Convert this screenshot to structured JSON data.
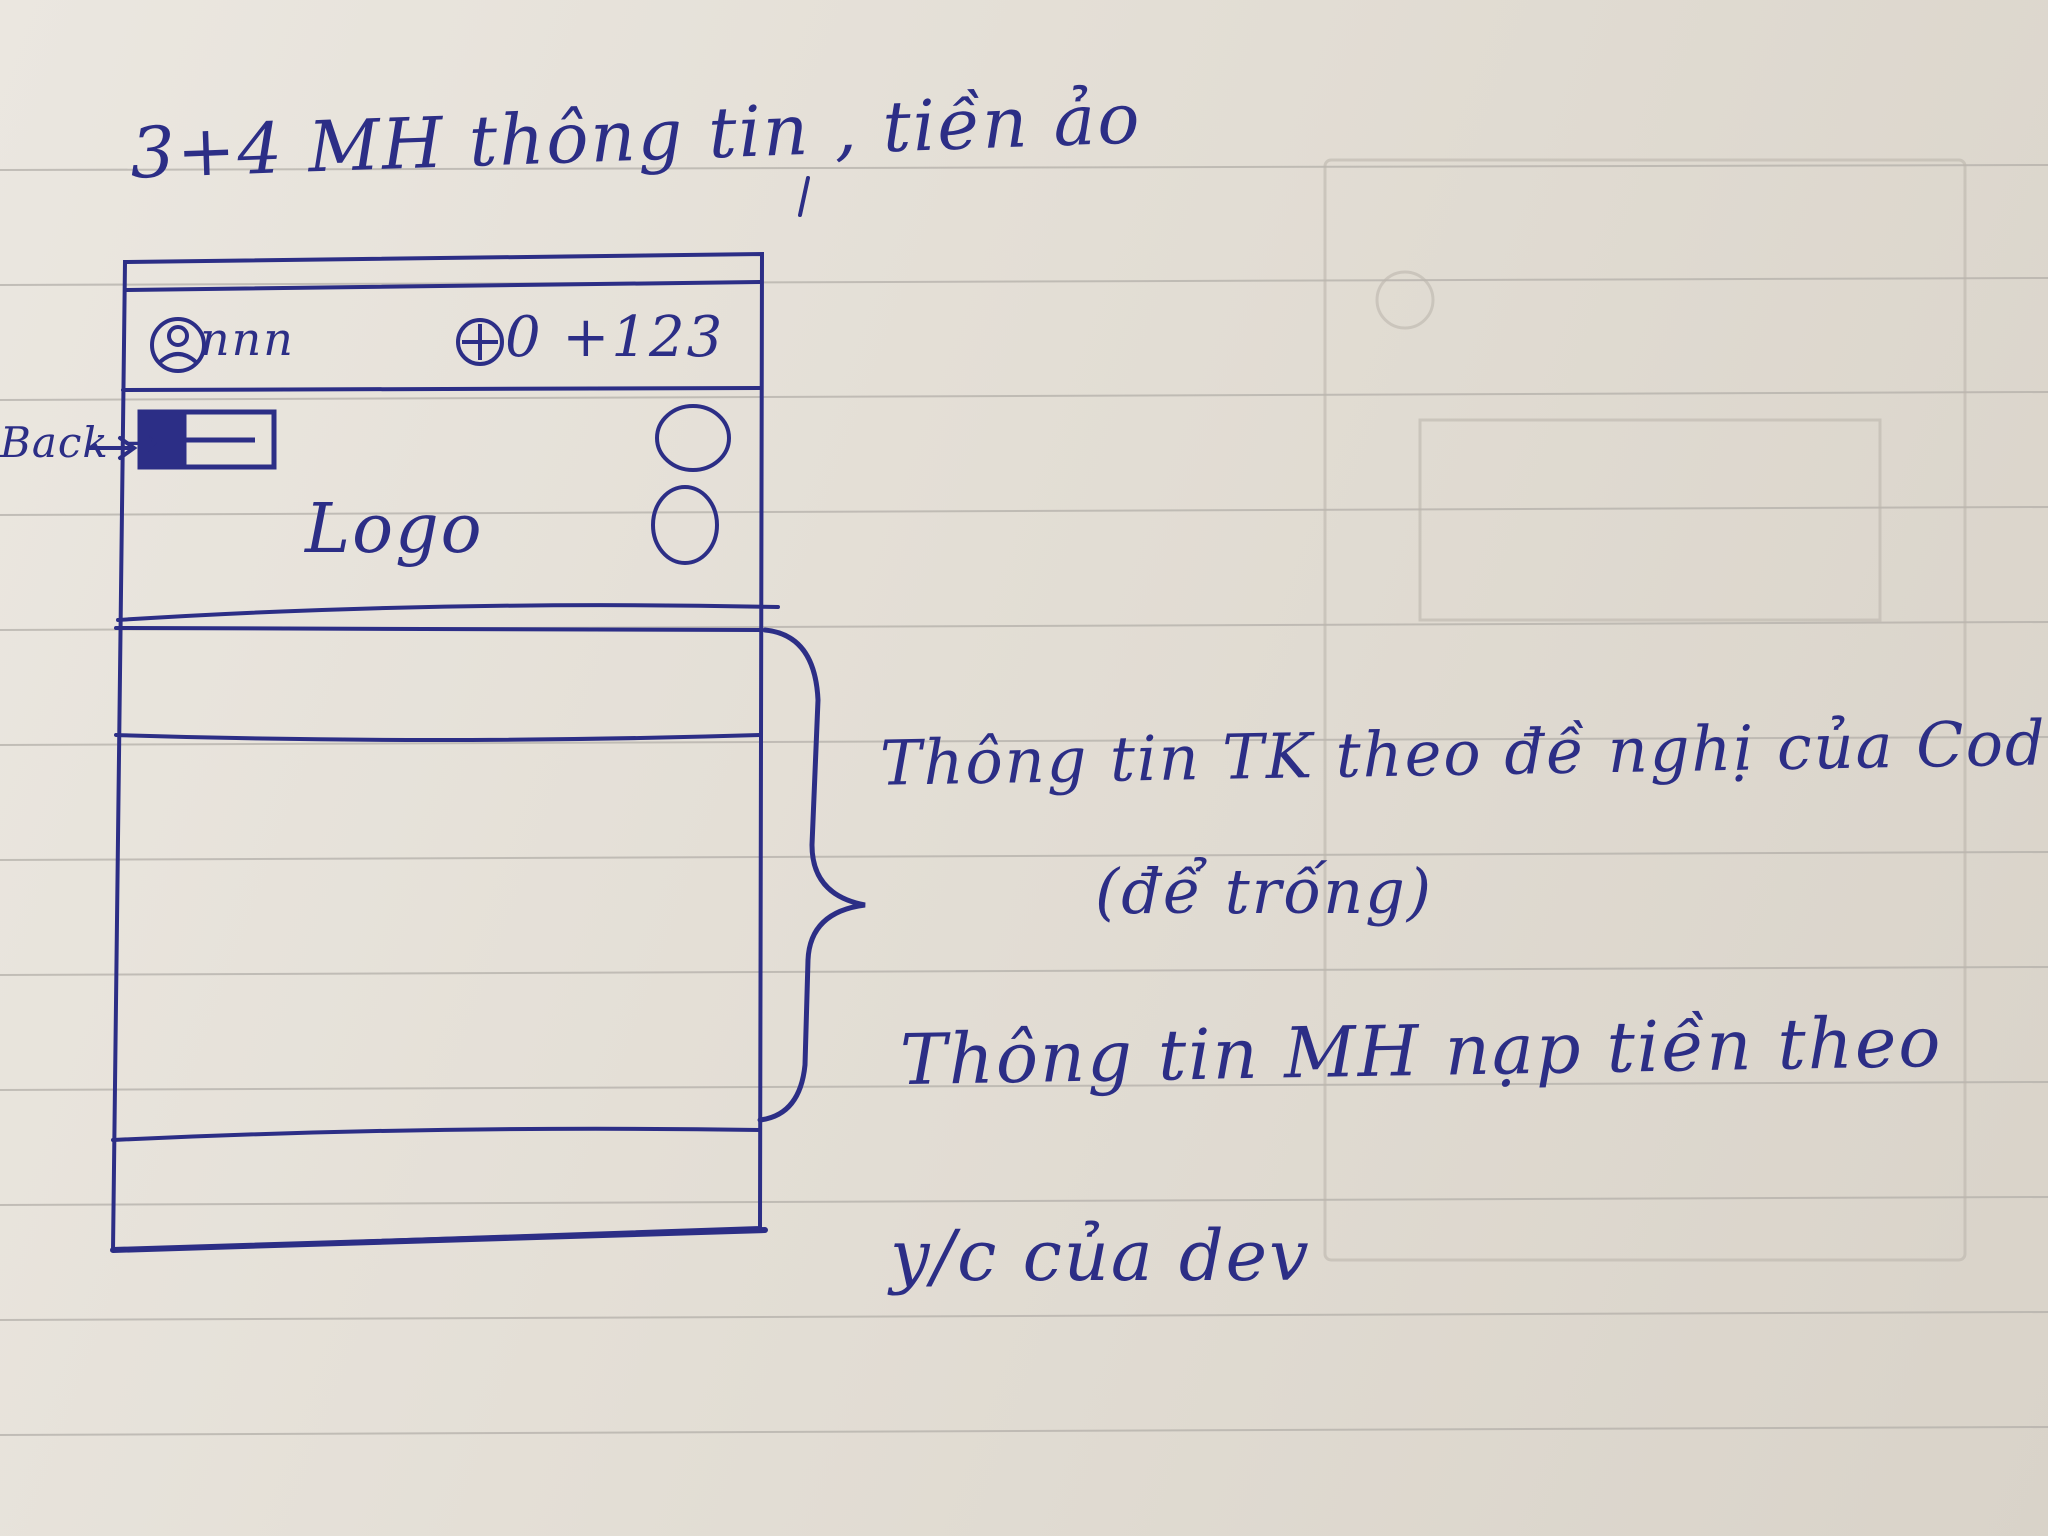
{
  "heading": "3+4 MH thông tin , tiền ảo",
  "mockup": {
    "back_label": "Back →",
    "username": "nnn",
    "balance": "0 +123",
    "logo": "Logo"
  },
  "notes": {
    "account_info": "Thông tin TK theo đề nghị của Coder/De",
    "account_info_paren": "(để trống)",
    "topup_info": "Thông tin MH nạp tiền theo",
    "topup_request": "y/c của dev"
  },
  "colors": {
    "ink": "#2c2e86",
    "paper": "#e7e2da",
    "rule_line": "#b4b0aa"
  },
  "icons": {
    "user": "user-circle-icon",
    "coin": "coin-icon",
    "back": "back-button-icon",
    "circle_buttons": [
      "circle-icon",
      "circle-icon"
    ]
  }
}
